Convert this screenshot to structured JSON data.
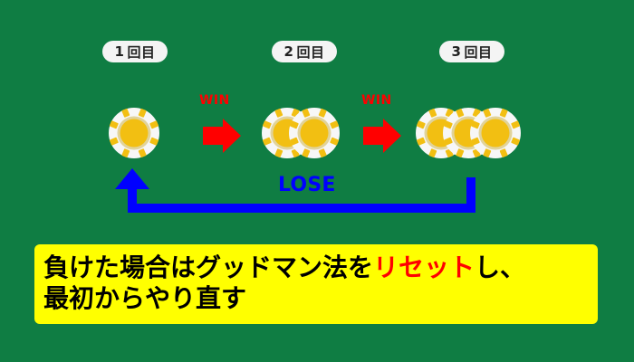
{
  "theme": {
    "background": "#0f7d43",
    "coin_outer": "#f7f7f7",
    "coin_mark": "#f2bf12",
    "coin_inner_ring": "#e1d39a",
    "coin_center": "#f2bf12",
    "win_text": "#ff0000",
    "win_arrow": "#ff0000",
    "lose_text": "#0000ff",
    "lose_arrow": "#0000ff",
    "note_background": "#ffff00",
    "note_text": "#000000",
    "note_highlight": "#ff0000"
  },
  "rounds": [
    {
      "number": "1",
      "label": "回目",
      "coins": 1
    },
    {
      "number": "2",
      "label": "回目",
      "coins": 2
    },
    {
      "number": "3",
      "label": "回目",
      "coins": 3
    }
  ],
  "arrows": {
    "win_1_label": "WIN",
    "win_2_label": "WIN",
    "lose_label": "LOSE"
  },
  "note": {
    "line1_before": "負けた場合はグッドマン法を",
    "line1_highlight": "リセット",
    "line1_after": "し、",
    "line2": "最初からやり直す"
  }
}
